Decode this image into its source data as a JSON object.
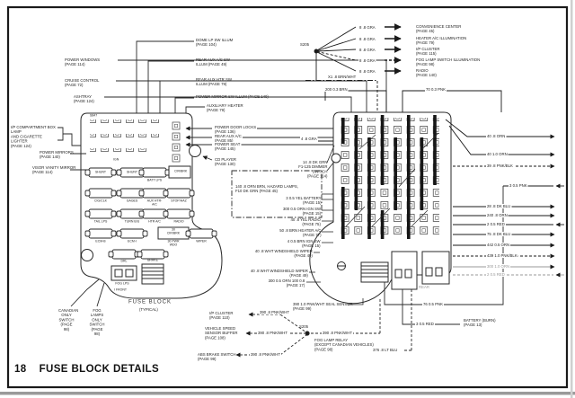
{
  "footer": {
    "page": "18",
    "title": "FUSE BLOCK DETAILS"
  },
  "left_callouts": {
    "power_windows": "POWER WINDOWS\n(PAGE 114)",
    "cruise_control": "CRUISE CONTROL\n(PAGE 72)",
    "ashtray": "ASHTRAY\n(PAGE 124)",
    "ip_box_lamp": "I/P COMPARTMENT BOX LAMP\nAND CIGARETTE LIGHTER\n(PAGE 124)",
    "power_mirrors": "POWER MIRRORS\n(PAGE 140)",
    "visor_vanity": "VISOR VANITY MIRROR\n(PAGE 114)"
  },
  "mid_callouts": {
    "dome": "DOME LP SW ILLUM\n(PAGE 104)",
    "rear_aux_ac_sw": "REAR AUX A/C SW\nILLUM (PAGE 49)",
    "rear_aux_htr_sw": "REAR AUX HTR SW\nILLUM (PAGE 79)",
    "power_mirror_sw": "POWER MIRROR SW ILLUM  (PAGE 140)",
    "aux_heater": "AUXILIARY HEATER\n(PAGE 79)",
    "power_door_locks": "POWER DOOR LOCKS\n(PAGE 136)",
    "rear_aux_ac": "REAR AUX A/C\n(PAGE 85)",
    "power_seat": "POWER SEAT\n(PAGE 145)",
    "cd_player": "CD PLAYER\n(PAGE 130)"
  },
  "fan": {
    "splice": "S205",
    "wire": "8 .8 GRA",
    "dests": [
      "CONVENIENCE CENTER\n(PAGE 45)",
      "HEATER A/C ILLUMINATION\n(PAGE 79)",
      "I/P CLUSTER\n(PAGE 115)",
      "FOG LAMP SWITCH ILLUMINATION\n(PAGE 98)",
      "RADIO\n(PAGE 140)"
    ]
  },
  "top_wires": {
    "x1": "X1 .8 BRN/WHT",
    "brn": "200 0.3 BRN",
    "pnk": "70 0.3 PNK",
    "gra": "4 .8 GRA"
  },
  "rb_labels": {
    "dimmer": "14 .8 DK GRN\nF1-125 DIMMER\nSWITCH\n(PAGE 114)",
    "hazard": "140 .8 ORN   BRN, HAZARD LAMPS,\nF10 DK GRN   (PAGE 45)",
    "battery": "3 0.5 YEL   BATTERY\n(PAGE 15)",
    "ign_sw": "300 0.5 ORN   IGN SW\n(PAGE 15)",
    "radio": "40 .8 YEL   RADIO\n(PAGE 75)",
    "heater_ac": "50 .8 BRN   HEATER A/C\n(PAGE 77)",
    "ign_sw2": "4 0.5 BRN   IGN SW\n(PAGE 15)",
    "wiper1": "40 .8 WHT   WINDSHIELD WIPER\n(PAGE 49)",
    "wiper2": "40 .8 WHT   WINDSHIELD WIPER\n(PAGE 49)",
    "orn100": "300 0.5 ORN   100 0.8\n(PAGE 17)",
    "seal": "390 1.0 PNK/WHT   SEAL SENSOR\n(PAGE 99)",
    "rear": "REAR"
  },
  "right_wires": [
    "40 .8 ORN",
    "40 1.0 ORN",
    "39 .8 PNK/BLK",
    "3 0.5 PNK",
    "28 .8 DK BLU",
    "240 .8 ORN",
    "2 0.5 RED",
    "75 .8 DK BLU",
    "442 0.5 ORN",
    "439 1.0 PNK/BLK",
    "300 1.0 ORN",
    "2 0.5 RED"
  ],
  "bottom": {
    "ip_cluster": "I/P CLUSTER\n(PAGE 110)",
    "vss": "VEHICLE SPEED\nSENSOR BUFFER\n(PAGE 108)",
    "abs": "ABS BRAKE SWITCH\n(PAGE 99)",
    "pnkwht": "390 .8 PNK/WHT",
    "splice": "S205",
    "fog_relay": "FOG LAMP RELAY\n(EXCEPT CANADIAN VEHICLES)\n(PAGE 98)",
    "ltblu": "376 .8 LT BLU",
    "red3": "3 0.5 RED",
    "battery": "BATTERY (BURN)\n(PAGE 13)",
    "pnk76": "76 0.5 PNK",
    "canadian": "CANADIAN\nONLY SWITCH\n(PAGE 98)",
    "fog_only": "FOG LAMPS\nONLY SWITCH\n(PAGE 98)"
  },
  "left_block": {
    "caption": "FUSE BLOCK",
    "caption_sub": "(TYPICAL)",
    "code": "S847",
    "ign": "IGN",
    "cirbrk": "CIR/BRK",
    "cb30": "30\nCIR/BRK",
    "fuses_r1": [
      "SHUNT",
      "SHUNT",
      "BATT LPS"
    ],
    "fuses_r2": [
      "CIG/CLK",
      "GAGES",
      "AUX HTR-A/C",
      "STOP/HAZ"
    ],
    "fuses_r3": [
      "TAIL LPS",
      "TURN B/U",
      "HTR A/C",
      "RADIO"
    ],
    "fuses_r4": [
      "ECM-B",
      "ECM-I",
      "30 PWR WDO",
      "WIPER"
    ],
    "drl": "DRL",
    "brake": "BRAKE",
    "fog_lps": "FOG LPS",
    "front": "I FRONT"
  }
}
